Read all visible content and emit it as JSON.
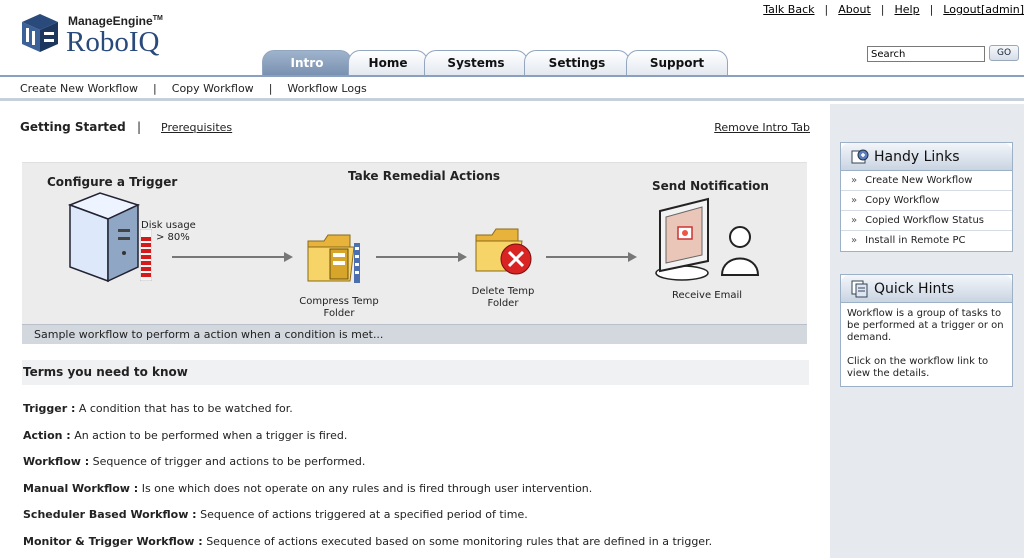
{
  "header": {
    "brand_top": "ManageEngine",
    "brand_tm": "TM",
    "brand_main": "RoboIQ",
    "links": [
      "Talk Back",
      "About",
      "Help",
      "Logout[admin]"
    ],
    "search_placeholder": "Search",
    "go_label": "GO"
  },
  "tabs": [
    {
      "label": "Intro",
      "active": true
    },
    {
      "label": "Home",
      "active": false
    },
    {
      "label": "Systems",
      "active": false
    },
    {
      "label": "Settings",
      "active": false
    },
    {
      "label": "Support",
      "active": false
    }
  ],
  "subnav": [
    "Create New Workflow",
    "Copy Workflow",
    "Workflow Logs"
  ],
  "getting_started": {
    "title": "Getting Started",
    "prerequisites": "Prerequisites",
    "remove": "Remove Intro Tab"
  },
  "diagram": {
    "trigger_title": "Configure a Trigger",
    "trigger_text1": "Disk usage",
    "trigger_text2": "> 80%",
    "actions_title": "Take Remedial Actions",
    "compress_line1": "Compress Temp",
    "compress_line2": "Folder",
    "delete_line1": "Delete Temp",
    "delete_line2": "Folder",
    "notify_title": "Send Notification",
    "receive": "Receive Email",
    "caption": "Sample workflow to perform a action when a condition is met..."
  },
  "terms": {
    "heading": "Terms you need to know",
    "items": [
      {
        "term": "Trigger :",
        "desc": "A condition that has to be watched for."
      },
      {
        "term": "Action :",
        "desc": "An action to be performed when a trigger is fired."
      },
      {
        "term": "Workflow :",
        "desc": "Sequence of trigger and actions to be performed."
      },
      {
        "term": "Manual Workflow :",
        "desc": "Is one which does not operate on any rules and is fired through user intervention."
      },
      {
        "term": "Scheduler Based Workflow :",
        "desc": "Sequence of actions triggered at a specified period of time."
      },
      {
        "term": "Monitor & Trigger Workflow :",
        "desc": "Sequence of actions executed based on some monitoring rules that are defined in a trigger."
      }
    ]
  },
  "handy_links": {
    "title": "Handy Links",
    "items": [
      "Create New Workflow",
      "Copy Workflow",
      "Copied Workflow Status",
      "Install in Remote PC"
    ]
  },
  "quick_hints": {
    "title": "Quick Hints",
    "p1": "Workflow is a group of tasks to be performed at a trigger or on demand.",
    "p2": "Click on the workflow link to view the details."
  }
}
